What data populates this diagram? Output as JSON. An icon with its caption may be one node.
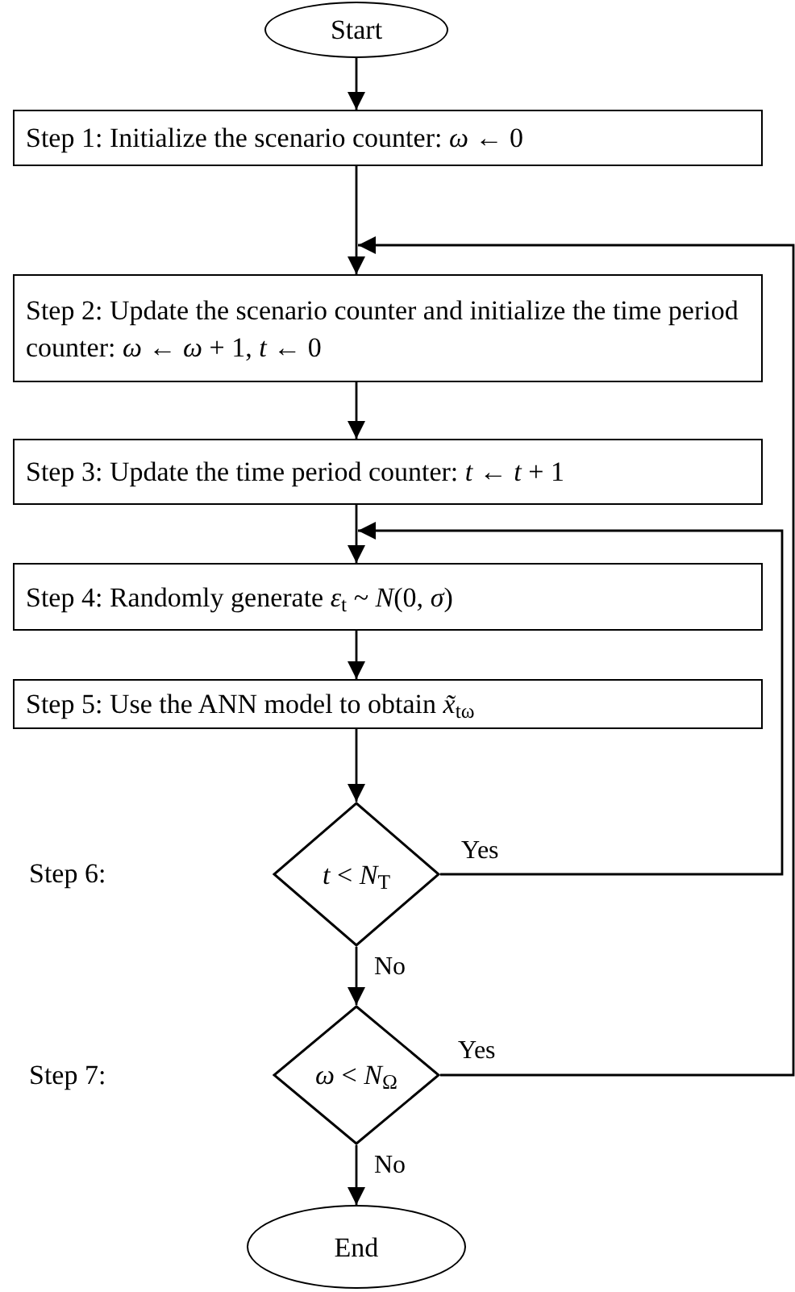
{
  "diagram": {
    "nodes": [
      {
        "text": [
          "Start"
        ]
      },
      {
        "text": [
          "Step 1: Initialize the scenario counter:   *ω* ← 0"
        ]
      },
      {
        "text": [
          "Step 2: Update the scenario counter and initialize the time period counter:   *ω* ← *ω* + 1,  *t* ← 0"
        ]
      },
      {
        "text": [
          "Step 3: Update the time period counter:  *t* ← *t* + 1"
        ]
      },
      {
        "text": [
          "Step 4: Randomly generate   *ε*$_{t}$ ~ *N*(0, *σ*)"
        ]
      },
      {
        "text": [
          "Step 5: Use the ANN model to obtain  *x̃*$_{tω}$"
        ]
      },
      {
        "text": [
          "*t* < *N*$_{T}$"
        ]
      },
      {
        "text": [
          "*ω* < *N*$_{Ω}$"
        ]
      },
      {
        "text": [
          "End"
        ]
      }
    ],
    "edges": [
      {
        "from": 0,
        "to": 1,
        "arrow": "to"
      },
      {
        "from": 1,
        "to": 2,
        "arrow": "to"
      },
      {
        "from": 2,
        "to": 3,
        "arrow": "to"
      },
      {
        "from": 3,
        "to": 4,
        "arrow": "to"
      },
      {
        "from": 4,
        "to": 5,
        "arrow": "to"
      },
      {
        "from": 5,
        "to": 6,
        "arrow": "to"
      },
      {
        "from": 6,
        "to": 4,
        "arrow": "to",
        "label": "Yes"
      },
      {
        "from": 6,
        "to": 7,
        "arrow": "to",
        "label": "No"
      },
      {
        "from": 7,
        "to": 2,
        "arrow": "to",
        "label": "Yes"
      },
      {
        "from": 7,
        "to": 8,
        "arrow": "to",
        "label": "No"
      }
    ],
    "labels": [
      "Step 6:",
      "Step 7:"
    ]
  }
}
